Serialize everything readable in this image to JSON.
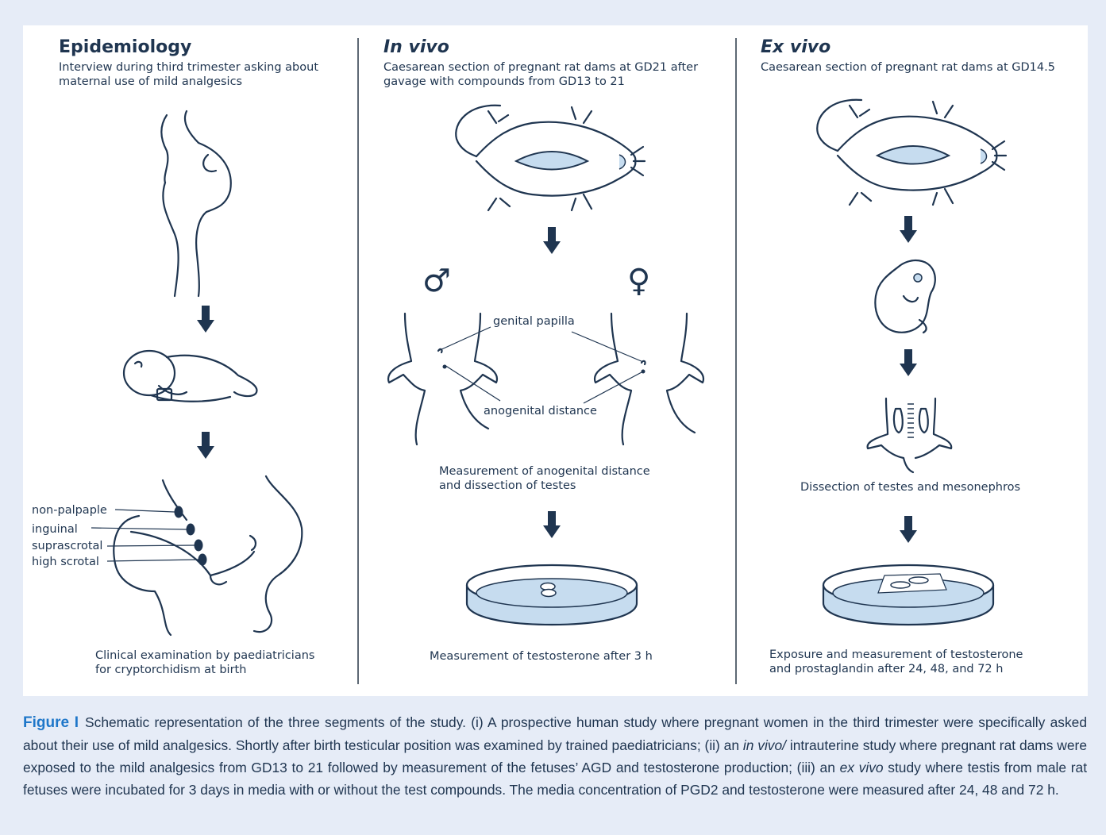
{
  "epidemiology": {
    "heading": "Epidemiology",
    "subtitle": "Interview during third trimester asking about\nmaternal use of mild analgesics",
    "labels": [
      "non-palpaple",
      "inguinal",
      "suprascrotal",
      "high scrotal"
    ],
    "caption": "Clinical examination by paediatricians\nfor cryptorchidism at birth"
  },
  "in_vivo": {
    "heading": "In vivo",
    "subtitle": "Caesarean section of pregnant rat dams at GD21 after\ngavage with compounds from GD13 to 21",
    "male_symbol": "♂",
    "female_symbol": "♀",
    "label_papilla": "genital papilla",
    "label_distance": "anogenital distance",
    "measure_caption": "Measurement of anogenital distance\nand dissection of testes",
    "caption": "Measurement of testosterone after 3 h"
  },
  "ex_vivo": {
    "heading": "Ex vivo",
    "subtitle": "Caesarean section of pregnant rat dams at GD14.5",
    "dissection_caption": "Dissection of testes and mesonephros",
    "caption": "Exposure and measurement of testosterone\nand prostaglandin after 24, 48, and 72 h"
  },
  "figure_caption": {
    "label": "Figure I",
    "p1": "Schematic representation of the three segments of the study. (i) A prospective human study where pregnant women in the third trimester were specifically asked about their use of mild analgesics. Shortly after birth testicular position was examined by trained paediatricians; (ii) an ",
    "it1": "in vivo/",
    "p2": " intrauterine study where pregnant rat dams were exposed to the mild analgesics from GD13 to 21 followed by measurement of the fetuses’ AGD and testosterone production; (iii) an ",
    "it2": "ex vivo",
    "p3": " study where testis from male rat fetuses were incubated for 3 days in media with or without the test compounds. The media concentration of PGD2 and testosterone were measured after 24, 48 and 72 h."
  },
  "colors": {
    "ink": "#1f3550",
    "fill_light": "#c6dcef",
    "caption_label": "#1f77c9",
    "background": "#e6ecf7"
  }
}
